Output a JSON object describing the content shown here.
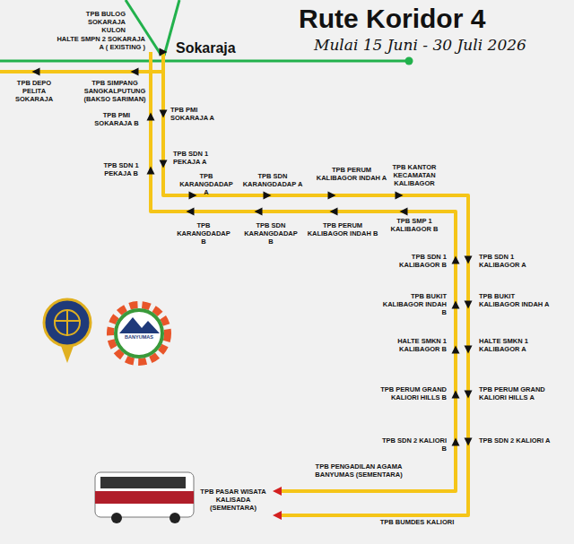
{
  "diagram": {
    "title": "Rute Koridor 4",
    "labels": [
      "Mulai 15 Juni - 30 Juli 2026",
      "Sokaraja",
      "TPB BULOG SOKARAJA KULON",
      "HALTE SMPN 2 SOKARAJA A ( EXISTING )",
      "TPB DEPO PELITA SOKARAJA",
      "TPB SIMPANG SANGKALPUTUNG (BAKSO SARIMAN)",
      "TPB PMI SOKARAJA B",
      "TPB PMI SOKARAJA A",
      "TPB SDN 1 PEKAJA B",
      "TPB SDN 1 PEKAJA A",
      "TPB KARANGDADAP A",
      "TPB SDN KARANGDADAP A",
      "TPB PERUM KALIBAGOR INDAH A",
      "TPB KANTOR KECAMATAN KALIBAGOR",
      "TPB KARANGDADAP B",
      "TPB SDN KARANGDADAP B",
      "TPB PERUM KALIBAGOR INDAH B",
      "TPB SMP 1 KALIBAGOR B",
      "TPB SDN 1 KALIBAGOR B",
      "TPB SDN 1 KALIBAGOR A",
      "TPB BUKIT KALIBAGOR INDAH B",
      "TPB BUKIT KALIBAGOR INDAH A",
      "HALTE SMKN 1 KALIBAGOR B",
      "HALTE SMKN 1 KALIBAGOR A",
      "TPB PERUM GRAND KALIORI HILLS B",
      "TPB PERUM GRAND KALIORI HILLS A",
      "TPB SDN 2 KALIORI B",
      "TPB SDN 2 KALIORI A",
      "TPB PENGADILAN AGAMA BANYUMAS (SEMENTARA)",
      "TPB PASAR WISATA KALISADA (SEMENTARA)",
      "TPB BUMDES KALIORI",
      "BANYUMAS"
    ]
  }
}
